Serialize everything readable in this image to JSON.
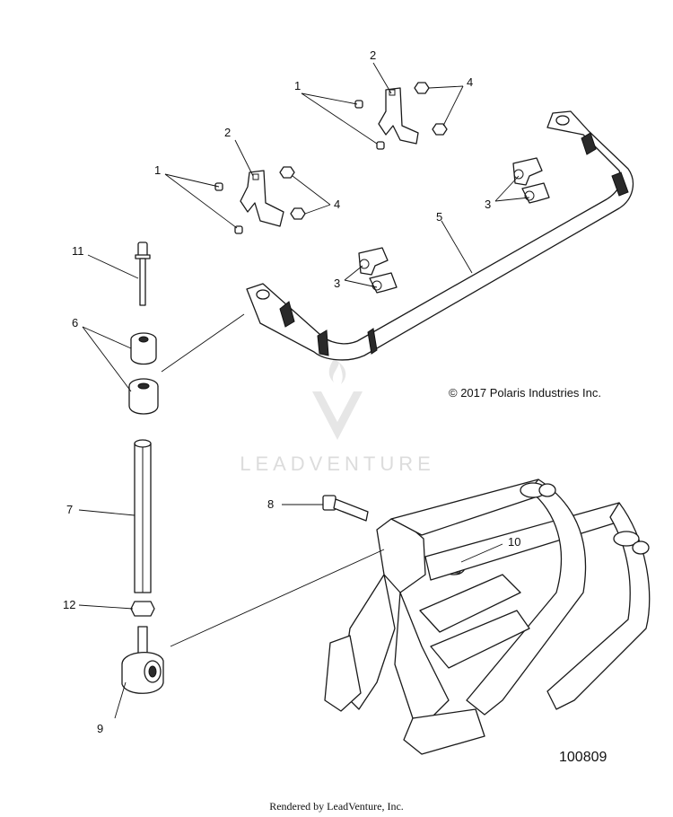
{
  "copyright": "© 2017 Polaris Industries Inc.",
  "figure_number": "100809",
  "watermark": "LEADVENTURE",
  "footer": "Rendered by LeadVenture, Inc.",
  "callouts": {
    "c1_top": "1",
    "c1_left": "1",
    "c2_top": "2",
    "c2_left": "2",
    "c3_right": "3",
    "c3_mid": "3",
    "c4_top": "4",
    "c4_left": "4",
    "c5": "5",
    "c6": "6",
    "c7": "7",
    "c8": "8",
    "c9": "9",
    "c10": "10",
    "c11": "11",
    "c12": "12"
  }
}
